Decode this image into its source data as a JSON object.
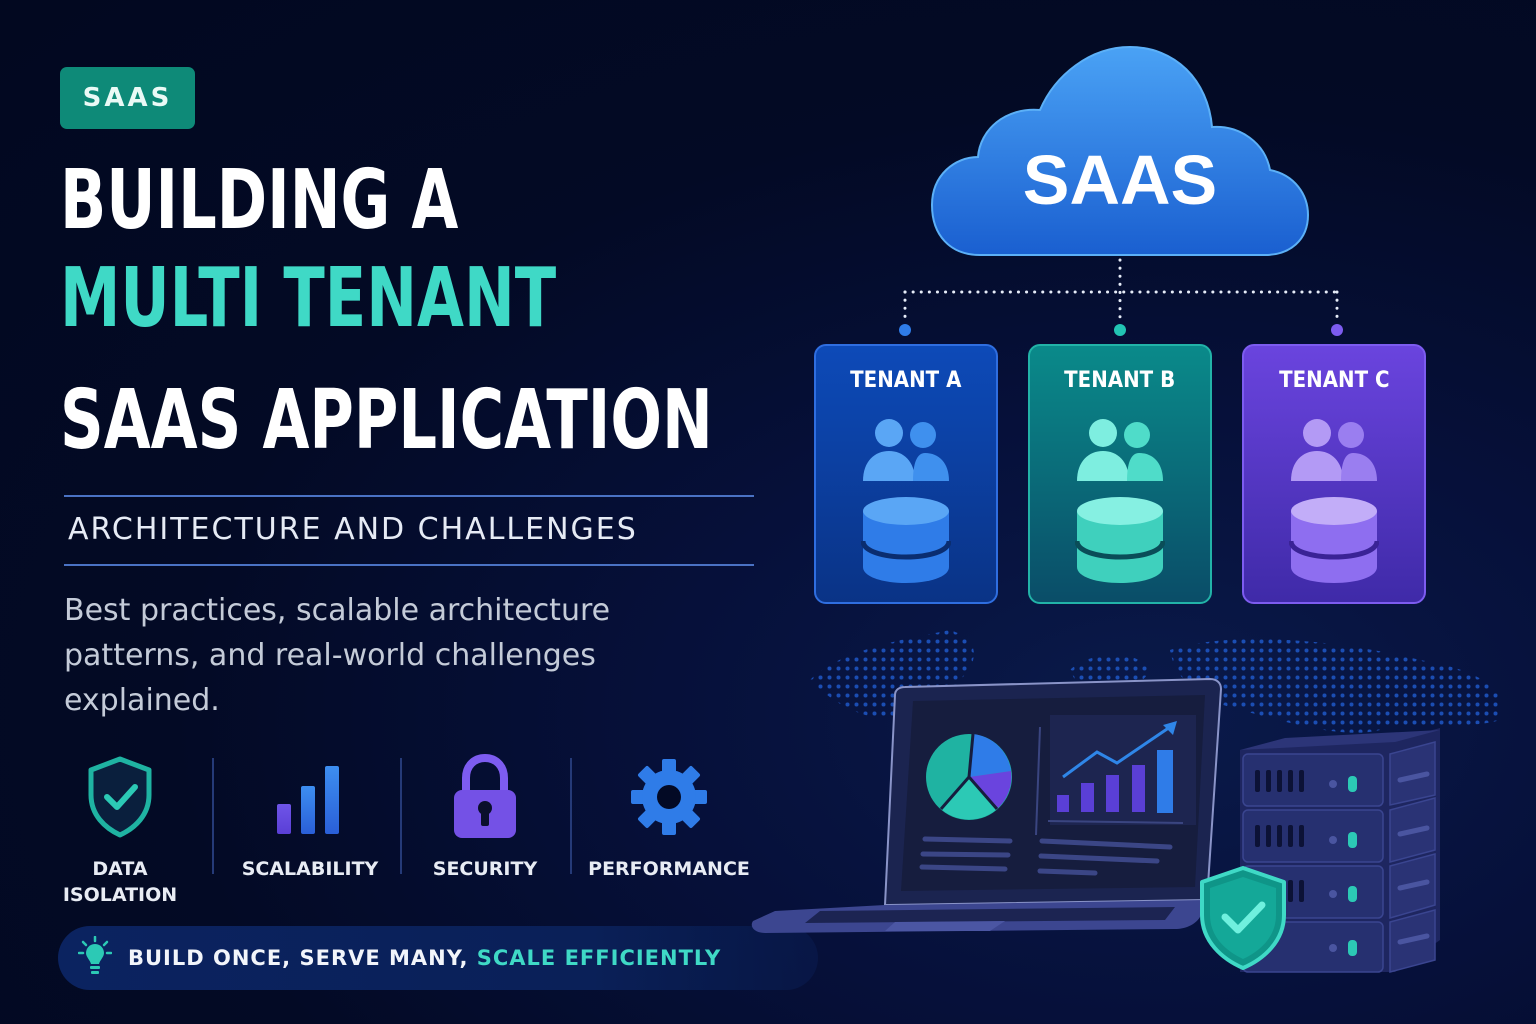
{
  "badge": {
    "label": "SAAS"
  },
  "title": {
    "line1": "BUILDING A",
    "line2": "MULTI TENANT",
    "line3": "SAAS APPLICATION"
  },
  "subtitle": "ARCHITECTURE AND CHALLENGES",
  "description": "Best practices, scalable architecture patterns, and real-world challenges explained.",
  "features": [
    {
      "label_line1": "DATA",
      "label_line2": "ISOLATION",
      "icon": "shield-check-icon"
    },
    {
      "label_line1": "SCALABILITY",
      "label_line2": "",
      "icon": "bar-chart-icon"
    },
    {
      "label_line1": "SECURITY",
      "label_line2": "",
      "icon": "padlock-icon"
    },
    {
      "label_line1": "PERFORMANCE",
      "label_line2": "",
      "icon": "gear-icon"
    }
  ],
  "footer": {
    "icon": "lightbulb-icon",
    "text_main": "BUILD ONCE, SERVE MANY, ",
    "text_accent": "SCALE EFFICIENTLY"
  },
  "diagram": {
    "cloud_label": "SAAS",
    "tenants": [
      {
        "name": "TENANT A",
        "color": "#2f7ce8"
      },
      {
        "name": "TENANT B",
        "color": "#3fd9c6"
      },
      {
        "name": "TENANT C",
        "color": "#9b7cf0"
      }
    ]
  },
  "colors": {
    "background": "#030a25",
    "accent_teal": "#3fd9c6",
    "badge_green": "#0e8a78",
    "rule_blue": "#4a72c4",
    "cloud_blue": "#2f86e8"
  }
}
